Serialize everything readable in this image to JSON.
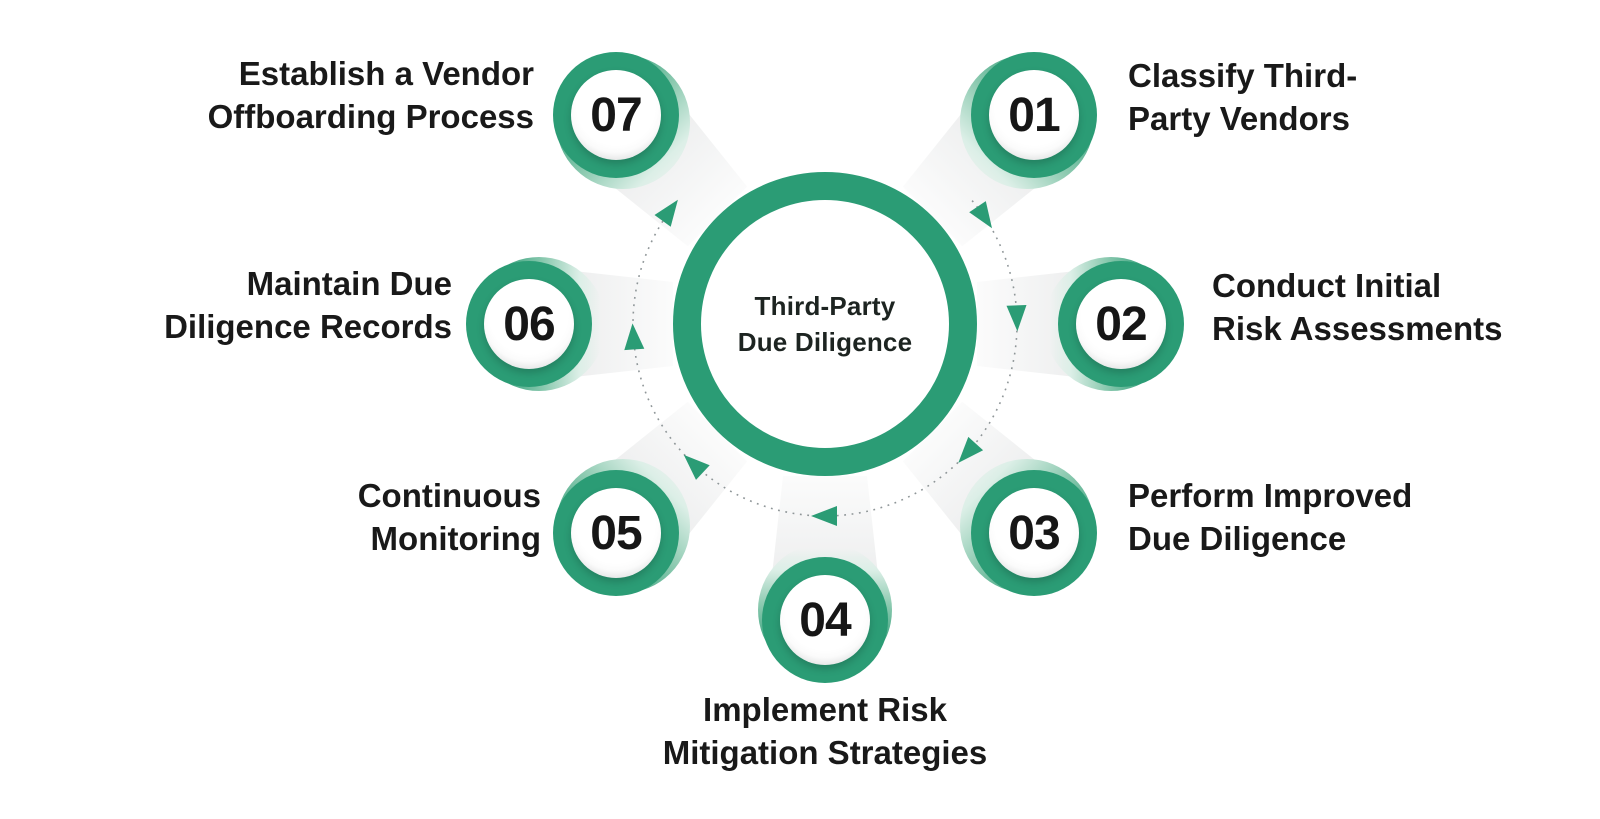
{
  "diagram": {
    "center": {
      "line1": "Third-Party",
      "line2": "Due Diligence"
    },
    "steps": [
      {
        "number": "01",
        "line1": "Classify Third-",
        "line2": "Party Vendors"
      },
      {
        "number": "02",
        "line1": "Conduct Initial",
        "line2": "Risk Assessments"
      },
      {
        "number": "03",
        "line1": "Perform Improved",
        "line2": "Due Diligence"
      },
      {
        "number": "04",
        "line1": "Implement Risk",
        "line2": "Mitigation Strategies"
      },
      {
        "number": "05",
        "line1": "Continuous",
        "line2": "Monitoring"
      },
      {
        "number": "06",
        "line1": "Maintain Due",
        "line2": "Diligence Records"
      },
      {
        "number": "07",
        "line1": "Establish a Vendor",
        "line2": "Offboarding Process"
      }
    ],
    "colors": {
      "green": "#2b9c75",
      "light_green": "#8fcbb2",
      "beam_gray": "#a4a8aa",
      "dotted_line": "#8f9698",
      "text": "#191919"
    },
    "flow_direction": "clockwise"
  }
}
